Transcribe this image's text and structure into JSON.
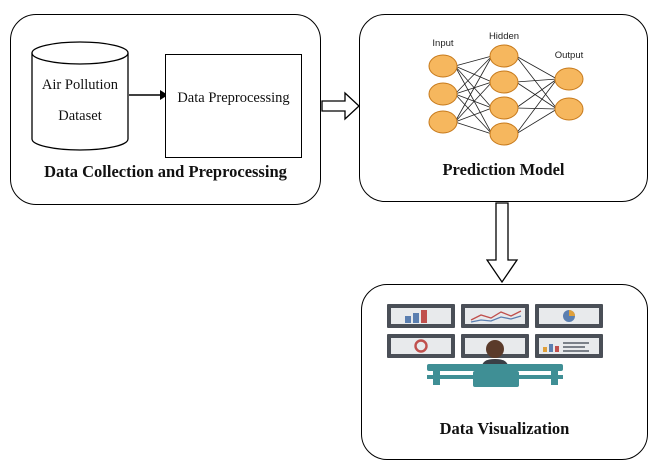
{
  "collection": {
    "caption": "Data Collection and Preprocessing",
    "dataset_line1": "Air Pollution",
    "dataset_line2": "Dataset",
    "preprocessing_label": "Data Preprocessing"
  },
  "prediction": {
    "caption": "Prediction Model",
    "nn_input_label": "Input",
    "nn_hidden_label": "Hidden",
    "nn_output_label": "Output",
    "node_color": "#f6b75e",
    "node_stroke": "#c77a1c"
  },
  "visualization": {
    "caption": "Data Visualization",
    "screen_color": "#4a4f57",
    "desk_color": "#3f8f95"
  }
}
